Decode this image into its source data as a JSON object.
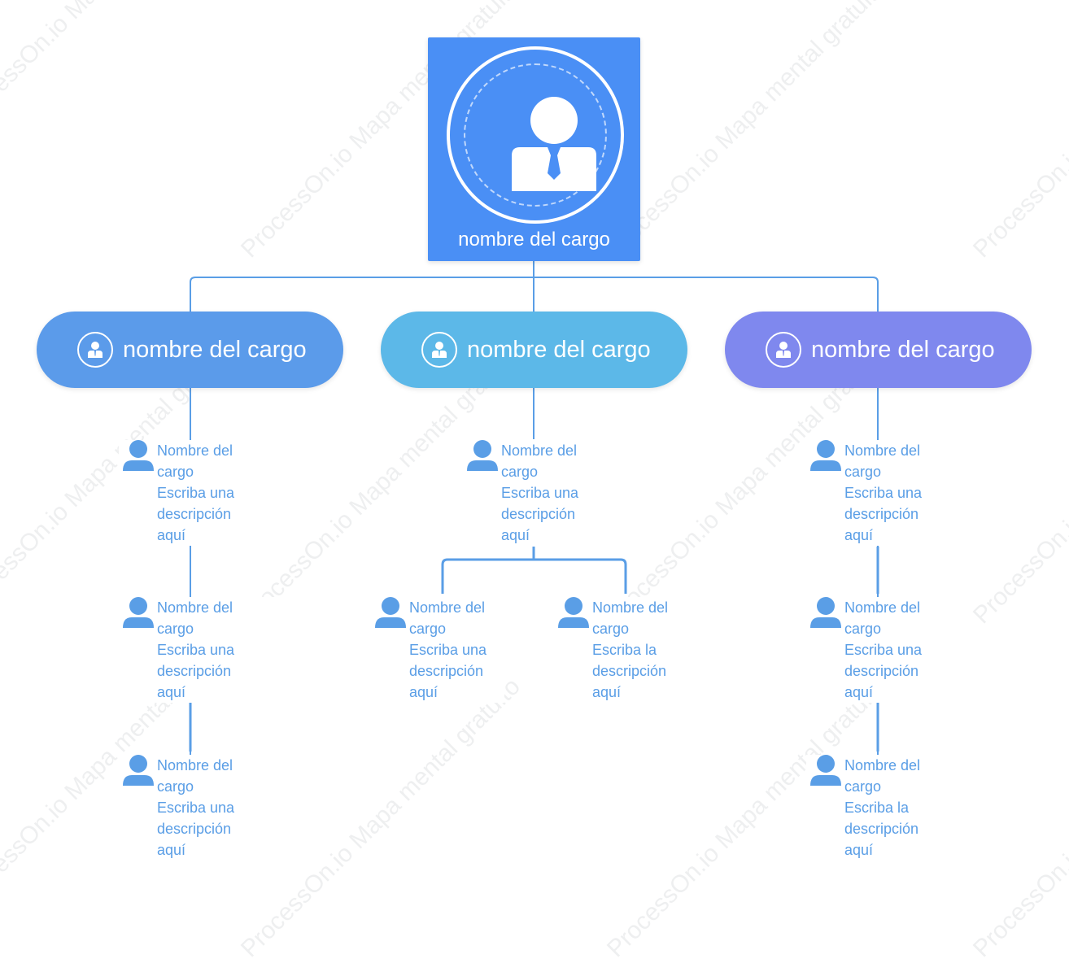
{
  "watermark": "ProcessOn.io Mapa mental gratuito",
  "colors": {
    "root": "#4a8ff5",
    "connector": "#5a9ee6",
    "child_text": "#5a9ee6",
    "pill_1": "#5b9bea",
    "pill_2": "#5cb8e8",
    "pill_3": "#7f88ee"
  },
  "root": {
    "title": "nombre del cargo",
    "icon": "businessman-icon"
  },
  "departments": [
    {
      "label": "nombre del cargo",
      "icon": "person-circle-icon",
      "children": [
        {
          "title": [
            "Nombre del",
            "cargo"
          ],
          "desc": [
            "Escriba una",
            "descripción",
            "aquí"
          ]
        },
        {
          "title": [
            "Nombre del",
            "cargo"
          ],
          "desc": [
            "Escriba una",
            "descripción",
            "aquí"
          ]
        },
        {
          "title": [
            "Nombre del",
            "cargo"
          ],
          "desc": [
            "Escriba una",
            "descripción",
            "aquí"
          ]
        }
      ]
    },
    {
      "label": "nombre del cargo",
      "icon": "person-circle-icon",
      "children": [
        {
          "title": [
            "Nombre del",
            "cargo"
          ],
          "desc": [
            "Escriba una",
            "descripción",
            "aquí"
          ]
        }
      ],
      "subchildren": [
        {
          "title": [
            "Nombre del",
            "cargo"
          ],
          "desc": [
            "Escriba una",
            "descripción",
            "aquí"
          ]
        },
        {
          "title": [
            "Nombre del",
            "cargo"
          ],
          "desc": [
            "Escriba la",
            "descripción",
            "aquí"
          ]
        }
      ]
    },
    {
      "label": "nombre del cargo",
      "icon": "person-circle-icon",
      "children": [
        {
          "title": [
            "Nombre del",
            "cargo"
          ],
          "desc": [
            "Escriba una",
            "descripción",
            "aquí"
          ]
        },
        {
          "title": [
            "Nombre del",
            "cargo"
          ],
          "desc": [
            "Escriba una",
            "descripción",
            "aquí"
          ]
        },
        {
          "title": [
            "Nombre del",
            "cargo"
          ],
          "desc": [
            "Escriba la",
            "descripción",
            "aquí"
          ]
        }
      ]
    }
  ]
}
